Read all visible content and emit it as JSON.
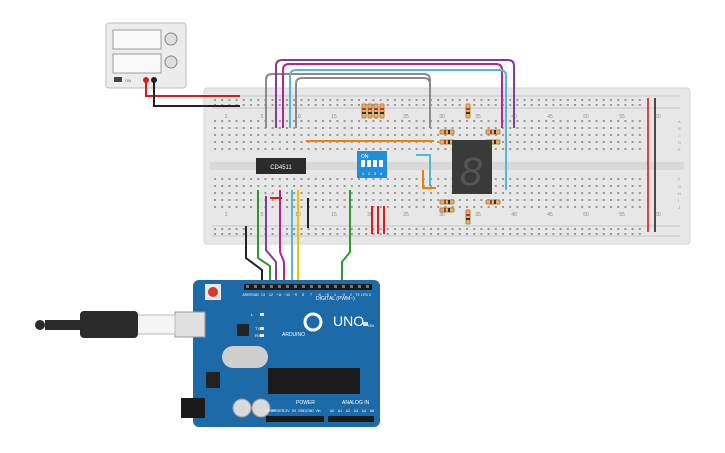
{
  "circuit": {
    "ic_label": "CD4511",
    "dip_label": "ON",
    "dip_numbers": [
      "1",
      "2",
      "3",
      "4"
    ],
    "seven_segment_digit": "8",
    "breadboard_column_numbers": [
      "1",
      "5",
      "10",
      "15",
      "20",
      "25",
      "30",
      "35",
      "40",
      "45",
      "50",
      "55",
      "60"
    ],
    "breadboard_row_letters_top": [
      "A",
      "B",
      "C",
      "D",
      "E"
    ],
    "breadboard_row_letters_bottom": [
      "F",
      "G",
      "H",
      "I",
      "J"
    ]
  },
  "arduino": {
    "model": "UNO",
    "brand": "ARDUINO",
    "digital_label": "DIGITAL (PWM~)",
    "power_label": "POWER",
    "analog_label": "ANALOG IN",
    "on_label": "ON",
    "led_labels": [
      "L",
      "TX",
      "RX"
    ],
    "top_pin_labels": [
      "AREF",
      "GND",
      "13",
      "12",
      "~11",
      "~10",
      "~9",
      "8",
      "7",
      "~6",
      "~5",
      "4",
      "~3",
      "2",
      "TX 1",
      "RX 0"
    ],
    "power_pin_labels": [
      "IOREF",
      "RESET",
      "3.3V",
      "5V",
      "GND",
      "GND",
      "Vin"
    ],
    "analog_pin_labels": [
      "A0",
      "A1",
      "A2",
      "A3",
      "A4",
      "A5"
    ]
  },
  "power_supply": {
    "indicator": "ON"
  },
  "colors": {
    "wire_black": "#222222",
    "wire_red": "#d81b1b",
    "wire_green": "#2e9b2e",
    "wire_yellow": "#f2c200",
    "wire_cyan": "#56b7d8",
    "wire_purple": "#7e3f98",
    "wire_magenta": "#b3268f",
    "wire_orange": "#f07f09",
    "wire_gray": "#8a8a8a",
    "arduino_blue": "#1c6aa8",
    "breadboard": "#e6e6e6"
  }
}
